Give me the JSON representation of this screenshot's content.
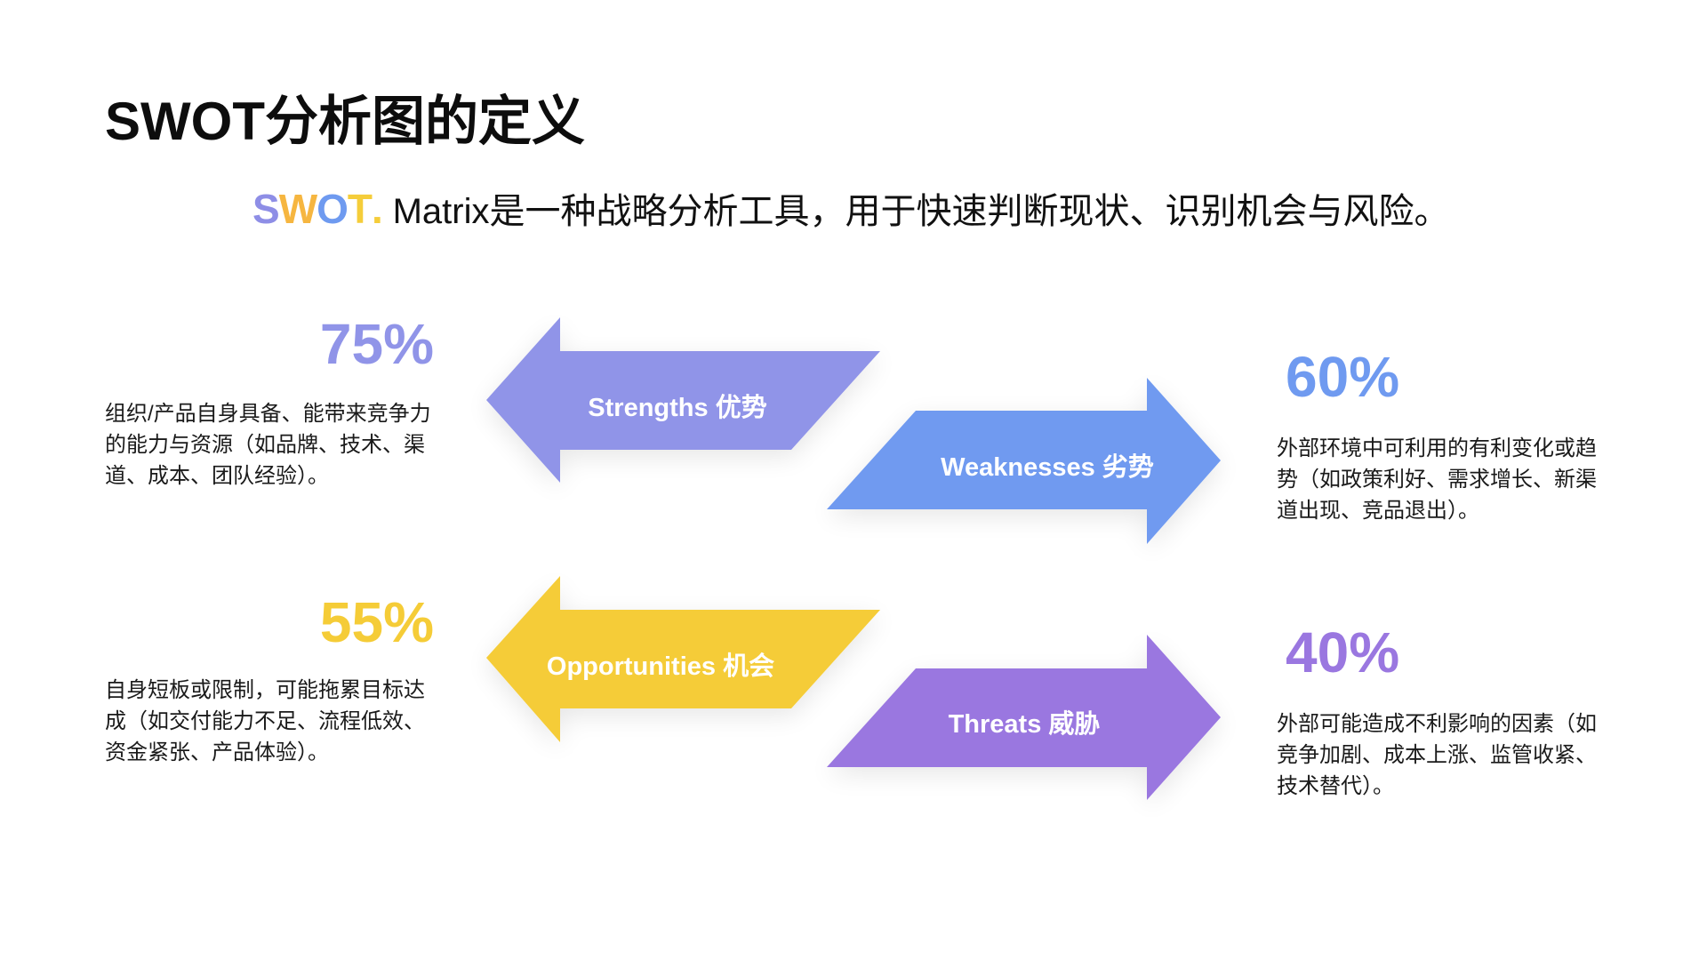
{
  "slide": {
    "title": "SWOT分析图的定义",
    "subtitle": {
      "logo_letters": [
        {
          "char": "S",
          "color": "#8e8ee6"
        },
        {
          "char": "W",
          "color": "#f6b640"
        },
        {
          "char": "O",
          "color": "#6e9af0"
        },
        {
          "char": "T",
          "color": "#f5cd3a"
        },
        {
          "char": ".",
          "color": "#f5cd3a"
        }
      ],
      "text": "Matrix是一种战略分析工具，用于快速判断现状、识别机会与风险。"
    }
  },
  "quadrants": {
    "strengths": {
      "label": "Strengths 优势",
      "percent": "75%",
      "color": "#9094e8",
      "description": "组织/产品自身具备、能带来竞争力的能力与资源（如品牌、技术、渠道、成本、团队经验）。"
    },
    "weaknesses": {
      "label": "Weaknesses 劣势",
      "percent": "60%",
      "color": "#6f9af0",
      "description": "外部环境中可利用的有利变化或趋势（如政策利好、需求增长、新渠道出现、竞品退出）。"
    },
    "opportunities": {
      "label": "Opportunities 机会",
      "percent": "55%",
      "color": "#f5cc37",
      "description": "自身短板或限制，可能拖累目标达成（如交付能力不足、流程低效、资金紧张、产品体验）。"
    },
    "threats": {
      "label": "Threats 威胁",
      "percent": "40%",
      "color": "#9a77e0",
      "description": "外部可能造成不利影响的因素（如竞争加剧、成本上涨、监管收紧、技术替代）。"
    }
  },
  "colors": {
    "strengths": "#9094e8",
    "weaknesses": "#6f9af0",
    "opportunities": "#f5cc37",
    "threats": "#9a77e0",
    "text": "#111111",
    "background": "#ffffff"
  }
}
